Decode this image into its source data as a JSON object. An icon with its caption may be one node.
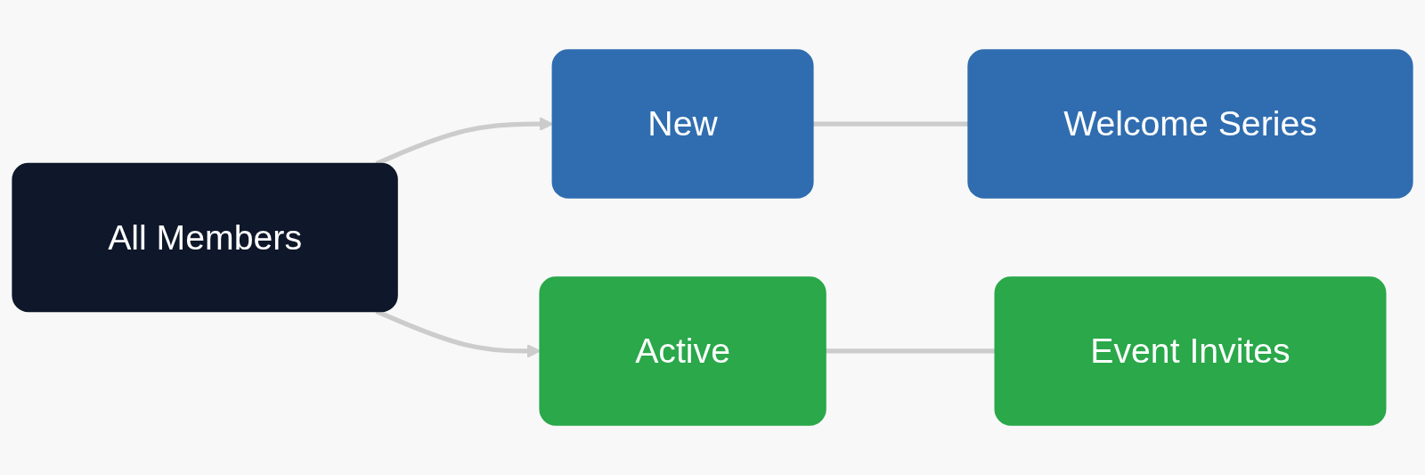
{
  "diagram": {
    "nodes": [
      {
        "text": [
          "All Members"
        ]
      },
      {
        "text": [
          "New"
        ]
      },
      {
        "text": [
          "Active"
        ]
      },
      {
        "text": [
          "Welcome Series"
        ]
      },
      {
        "text": [
          "Event Invites"
        ]
      }
    ],
    "edges": [
      {
        "from": 0,
        "to": 1,
        "arrow": "to",
        "color": "#cccccc"
      },
      {
        "from": 0,
        "to": 2,
        "arrow": "to",
        "color": "#cccccc"
      },
      {
        "from": 1,
        "to": 3,
        "arrow": "none",
        "color": "#cccccc"
      },
      {
        "from": 2,
        "to": 4,
        "arrow": "none",
        "color": "#cccccc"
      }
    ]
  }
}
